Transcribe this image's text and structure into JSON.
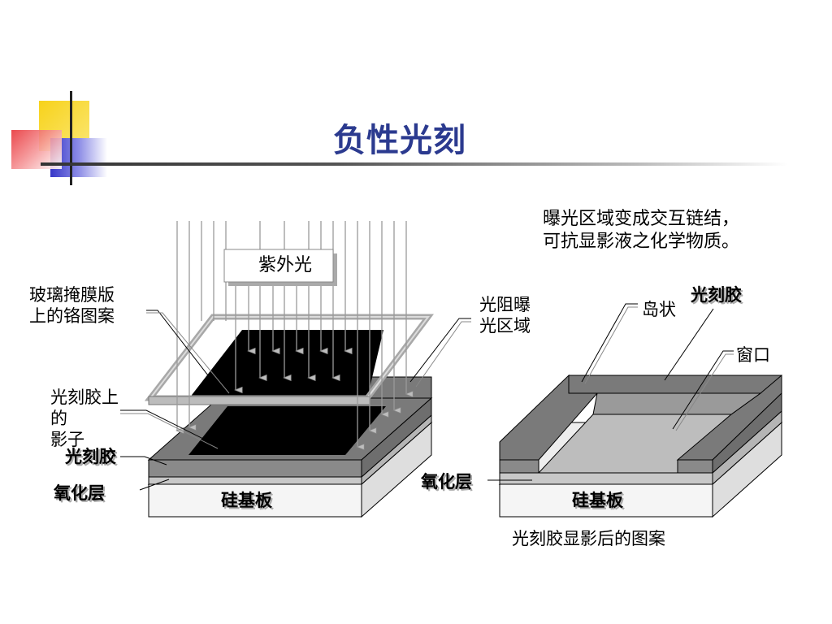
{
  "title": "负性光刻",
  "description_lines": [
    "曝光区域变成交互链结，",
    "可抗显影液之化学物质。"
  ],
  "left_diagram": {
    "uv_label": "紫外光",
    "mask_label_lines": [
      "玻璃掩膜版",
      "上的铬图案"
    ],
    "exposed_label_lines": [
      "光阻曝",
      "光区域"
    ],
    "shadow_label_lines": [
      "光刻胶上",
      "的",
      "影子"
    ],
    "photoresist_label": "光刻胶",
    "oxide_label": "氧化层",
    "substrate_label": "硅基板"
  },
  "right_diagram": {
    "island_label": "岛状",
    "photoresist_label": "光刻胶",
    "window_label": "窗口",
    "oxide_label": "氧化层",
    "substrate_label": "硅基板",
    "caption": "光刻胶显影后的图案"
  },
  "colors": {
    "title": "#2b3a8f",
    "accent_yellow": "#f7d21a",
    "accent_blue": "#3737c8",
    "accent_red": "#e8353a",
    "resist_gray": "#7a7a7a",
    "chrome_black": "#000000"
  }
}
